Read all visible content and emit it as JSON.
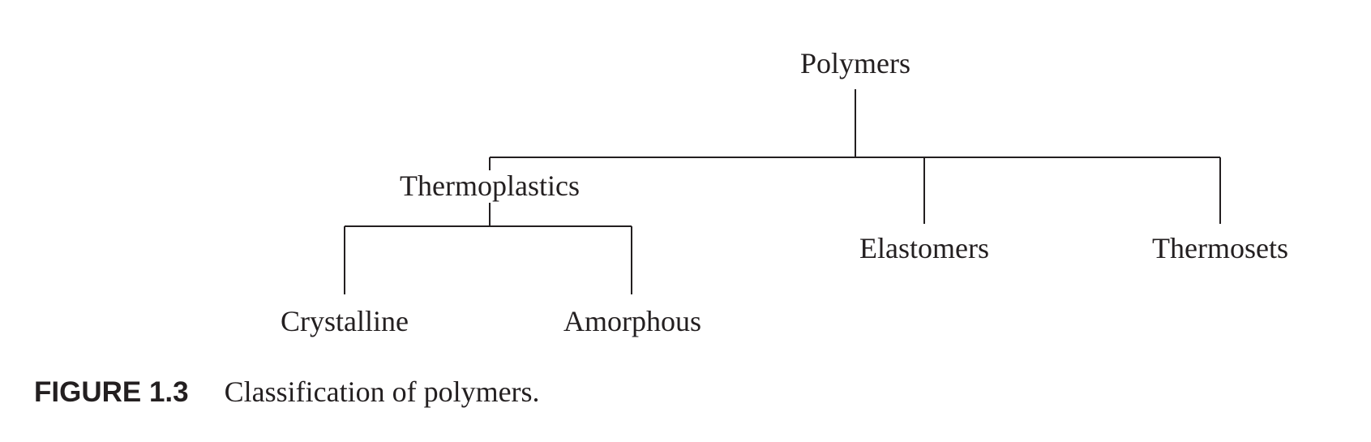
{
  "diagram": {
    "nodes": {
      "root": "Polymers",
      "thermoplastics": "Thermoplastics",
      "elastomers": "Elastomers",
      "thermosets": "Thermosets",
      "crystalline": "Crystalline",
      "amorphous": "Amorphous"
    },
    "edges": [
      [
        "root",
        "thermoplastics"
      ],
      [
        "root",
        "elastomers"
      ],
      [
        "root",
        "thermosets"
      ],
      [
        "thermoplastics",
        "crystalline"
      ],
      [
        "thermoplastics",
        "amorphous"
      ]
    ]
  },
  "caption": {
    "number": "FIGURE 1.3",
    "text": "Classification of polymers."
  }
}
